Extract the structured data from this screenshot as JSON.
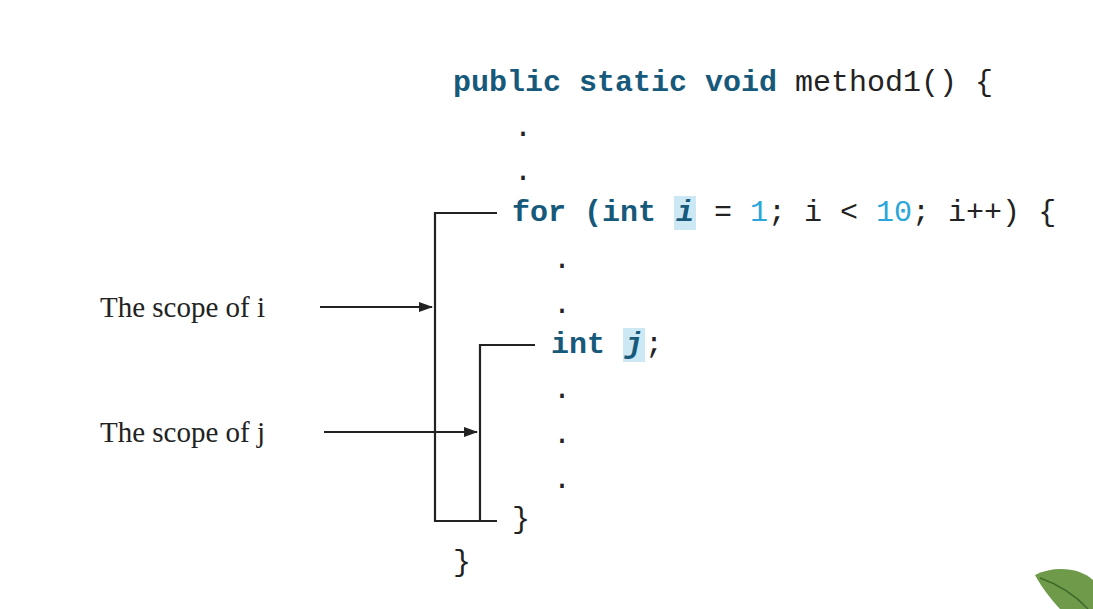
{
  "diagram": {
    "labels": [
      "public static void",
      "method1() {",
      ".",
      ".",
      "for (int",
      "i",
      "=",
      "1",
      "; i <",
      "10",
      "; i++) {",
      ".",
      ".",
      "int",
      "j",
      ";",
      ".",
      ".",
      ".",
      "}",
      "}",
      "The scope of i",
      "The scope of j"
    ]
  }
}
